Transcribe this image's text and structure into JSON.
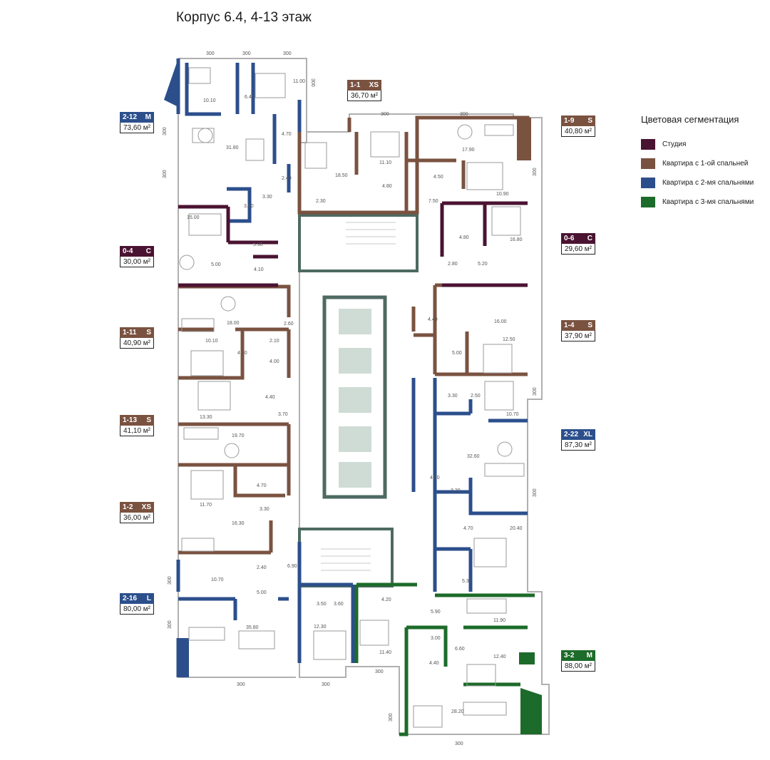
{
  "title": "Корпус 6.4, 4-13 этаж",
  "colors": {
    "studio": "#4a1332",
    "one_bed": "#7a5240",
    "two_bed": "#2c4f8c",
    "three_bed": "#1d6b2a",
    "core": "#4e6a62",
    "wall": "#b0b0b0"
  },
  "legend": {
    "title": "Цветовая сегментация",
    "items": [
      {
        "label": "Студия",
        "color": "#4a1332"
      },
      {
        "label": "Квартира с 1-ой спальней",
        "color": "#7a5240"
      },
      {
        "label": "Квартира с 2-мя спальнями",
        "color": "#2c4f8c"
      },
      {
        "label": "Квартира с 3-мя спальнями",
        "color": "#1d6b2a"
      }
    ]
  },
  "apartments": [
    {
      "id": "1-1",
      "size": "XS",
      "area": "36,70 м²",
      "type": "one_bed"
    },
    {
      "id": "1-9",
      "size": "S",
      "area": "40,80 м²",
      "type": "one_bed"
    },
    {
      "id": "2-12",
      "size": "M",
      "area": "73,60 м²",
      "type": "two_bed"
    },
    {
      "id": "0-6",
      "size": "С",
      "area": "29,60 м²",
      "type": "studio"
    },
    {
      "id": "0-4",
      "size": "С",
      "area": "30,00 м²",
      "type": "studio"
    },
    {
      "id": "1-11",
      "size": "S",
      "area": "40,90 м²",
      "type": "one_bed"
    },
    {
      "id": "1-4",
      "size": "S",
      "area": "37,90 м²",
      "type": "one_bed"
    },
    {
      "id": "1-13",
      "size": "S",
      "area": "41,10 м²",
      "type": "one_bed"
    },
    {
      "id": "2-22",
      "size": "XL",
      "area": "87,30 м²",
      "type": "two_bed"
    },
    {
      "id": "1-2",
      "size": "XS",
      "area": "36,00 м²",
      "type": "one_bed"
    },
    {
      "id": "2-16",
      "size": "L",
      "area": "80,00 м²",
      "type": "two_bed"
    },
    {
      "id": "3-2",
      "size": "M",
      "area": "88,00 м²",
      "type": "three_bed"
    }
  ],
  "room_labels": [
    "10.10",
    "6.40",
    "11.00",
    "4.70",
    "31.80",
    "2.40",
    "3.30",
    "3.90",
    "15.00",
    "5.90",
    "5.00",
    "4.10",
    "18.50",
    "2.30",
    "11.10",
    "4.80",
    "4.50",
    "17.90",
    "7.50",
    "10.90",
    "4.80",
    "16.80",
    "2.80",
    "5.20",
    "16.00",
    "4.40",
    "12.50",
    "5.00",
    "18.00",
    "2.60",
    "10.10",
    "4.10",
    "2.10",
    "4.00",
    "4.40",
    "13.30",
    "3.70",
    "19.70",
    "3.30",
    "2.50",
    "10.70",
    "32.60",
    "4.70",
    "11.70",
    "3.30",
    "16.30",
    "4.60",
    "3.20",
    "4.70",
    "20.40",
    "5.30",
    "2.40",
    "10.70",
    "5.00",
    "6.90",
    "35.80",
    "3.50",
    "3.60",
    "4.20",
    "5.90",
    "11.90",
    "12.30",
    "11.40",
    "3.00",
    "6.60",
    "4.40",
    "12.40",
    "28.20"
  ],
  "dimension_labels": [
    "300",
    "300",
    "300",
    "300",
    "300",
    "300",
    "300",
    "300",
    "300",
    "300",
    "300",
    "300",
    "300",
    "300",
    "300",
    "300",
    "300",
    "300"
  ]
}
